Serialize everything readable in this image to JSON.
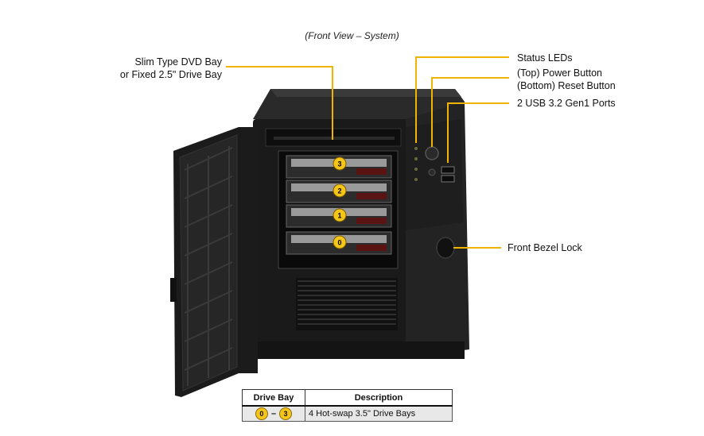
{
  "title": "(Front View – System)",
  "callouts": {
    "dvd_line1": "Slim Type  DVD Bay",
    "dvd_line2": "or Fixed 2.5\" Drive Bay",
    "status_leds": "Status LEDs",
    "power_line1": "(Top) Power Button",
    "power_line2": "(Bottom) Reset Button",
    "usb": "2 USB 3.2 Gen1 Ports",
    "bezel_lock": "Front Bezel Lock"
  },
  "drive_badges": [
    "3",
    "2",
    "1",
    "0"
  ],
  "legend": {
    "headers": [
      "Drive Bay",
      "Description"
    ],
    "rows": [
      {
        "from": "0",
        "sep": "–",
        "to": "3",
        "description": "4 Hot-swap  3.5\" Drive  Bays"
      }
    ]
  },
  "colors": {
    "callout_line": "#f0b400",
    "badge": "#f5c518",
    "chassis": "#1c1c1c"
  }
}
